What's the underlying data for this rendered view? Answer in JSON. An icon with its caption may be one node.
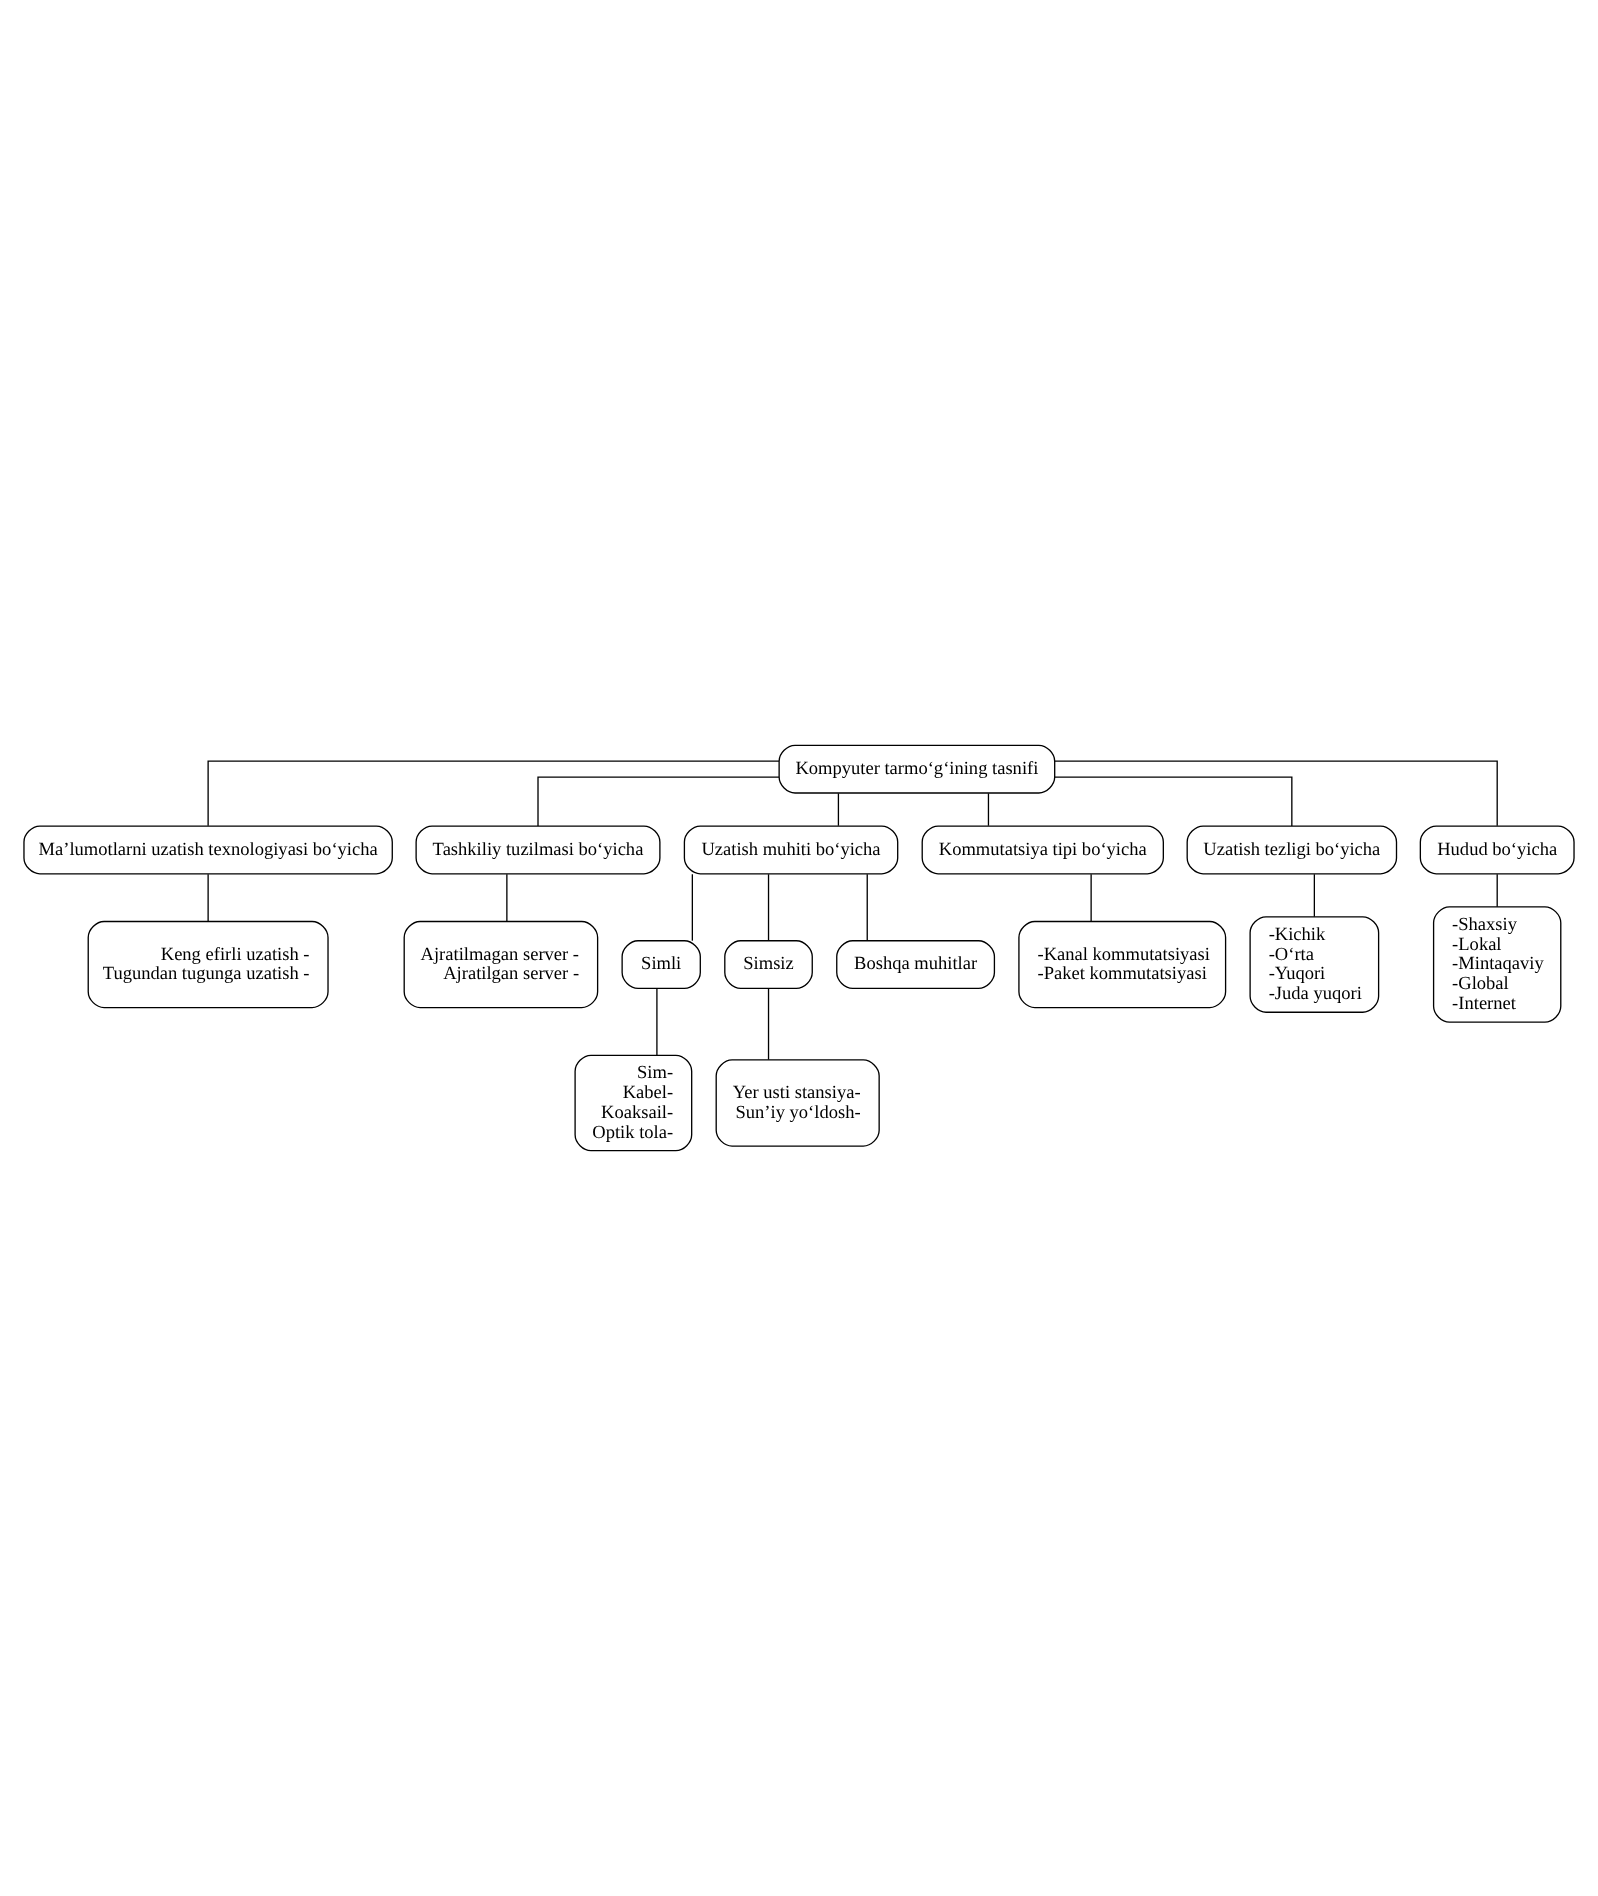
{
  "diagram": {
    "nodes": [
      {
        "text": [
          "Kompyuter tarmo‘g‘ining tasnifi"
        ]
      },
      {
        "text": [
          "Ma’lumotlarni uzatish texnologiyasi bo‘yicha"
        ]
      },
      {
        "text": [
          "Keng efirli uzatish -",
          "Tugundan tugunga uzatish -"
        ]
      },
      {
        "text": [
          "Tashkiliy tuzilmasi bo‘yicha"
        ]
      },
      {
        "text": [
          "Ajratilmagan server -",
          "Ajratilgan server -"
        ]
      },
      {
        "text": [
          "Uzatish muhiti bo‘yicha"
        ]
      },
      {
        "text": [
          "Simli"
        ]
      },
      {
        "text": [
          "Sim-",
          "Kabel-",
          "Koaksail-",
          "Optik tola-"
        ]
      },
      {
        "text": [
          "Simsiz"
        ]
      },
      {
        "text": [
          "Yer usti stansiya-",
          "Sun’iy yo‘ldosh-"
        ]
      },
      {
        "text": [
          "Boshqa muhitlar"
        ]
      },
      {
        "text": [
          "Kommutatsiya tipi bo‘yicha"
        ]
      },
      {
        "text": [
          "-Kanal kommutatsiyasi",
          "-Paket kommutatsiyasi"
        ]
      },
      {
        "text": [
          "Uzatish tezligi bo‘yicha"
        ]
      },
      {
        "text": [
          "-Kichik",
          "-O‘rta",
          "-Yuqori",
          "-Juda yuqori"
        ]
      },
      {
        "text": [
          "Hudud bo‘yicha"
        ]
      },
      {
        "text": [
          "-Shaxsiy",
          "-Lokal",
          "-Mintaqaviy",
          "-Global",
          "-Internet"
        ]
      }
    ],
    "edges": [
      {
        "from": 0,
        "to": 1,
        "arrow": "none"
      },
      {
        "from": 0,
        "to": 11,
        "arrow": "none"
      },
      {
        "from": 1,
        "to": 2,
        "arrow": "none"
      },
      {
        "from": 11,
        "to": 12,
        "arrow": "none"
      },
      {
        "from": 0,
        "to": 3,
        "arrow": "none"
      },
      {
        "from": 0,
        "to": 13,
        "arrow": "none"
      },
      {
        "from": 3,
        "to": 4,
        "arrow": "none"
      },
      {
        "from": 13,
        "to": 14,
        "arrow": "none"
      },
      {
        "from": 0,
        "to": 5,
        "arrow": "none"
      },
      {
        "from": 0,
        "to": 15,
        "arrow": "none"
      },
      {
        "from": 5,
        "to": 6,
        "arrow": "none"
      },
      {
        "from": 6,
        "to": 7,
        "arrow": "none"
      },
      {
        "from": 5,
        "to": 8,
        "arrow": "none"
      },
      {
        "from": 8,
        "to": 9,
        "arrow": "none"
      },
      {
        "from": 5,
        "to": 10,
        "arrow": "none"
      },
      {
        "from": 15,
        "to": 16,
        "arrow": "none"
      }
    ]
  }
}
